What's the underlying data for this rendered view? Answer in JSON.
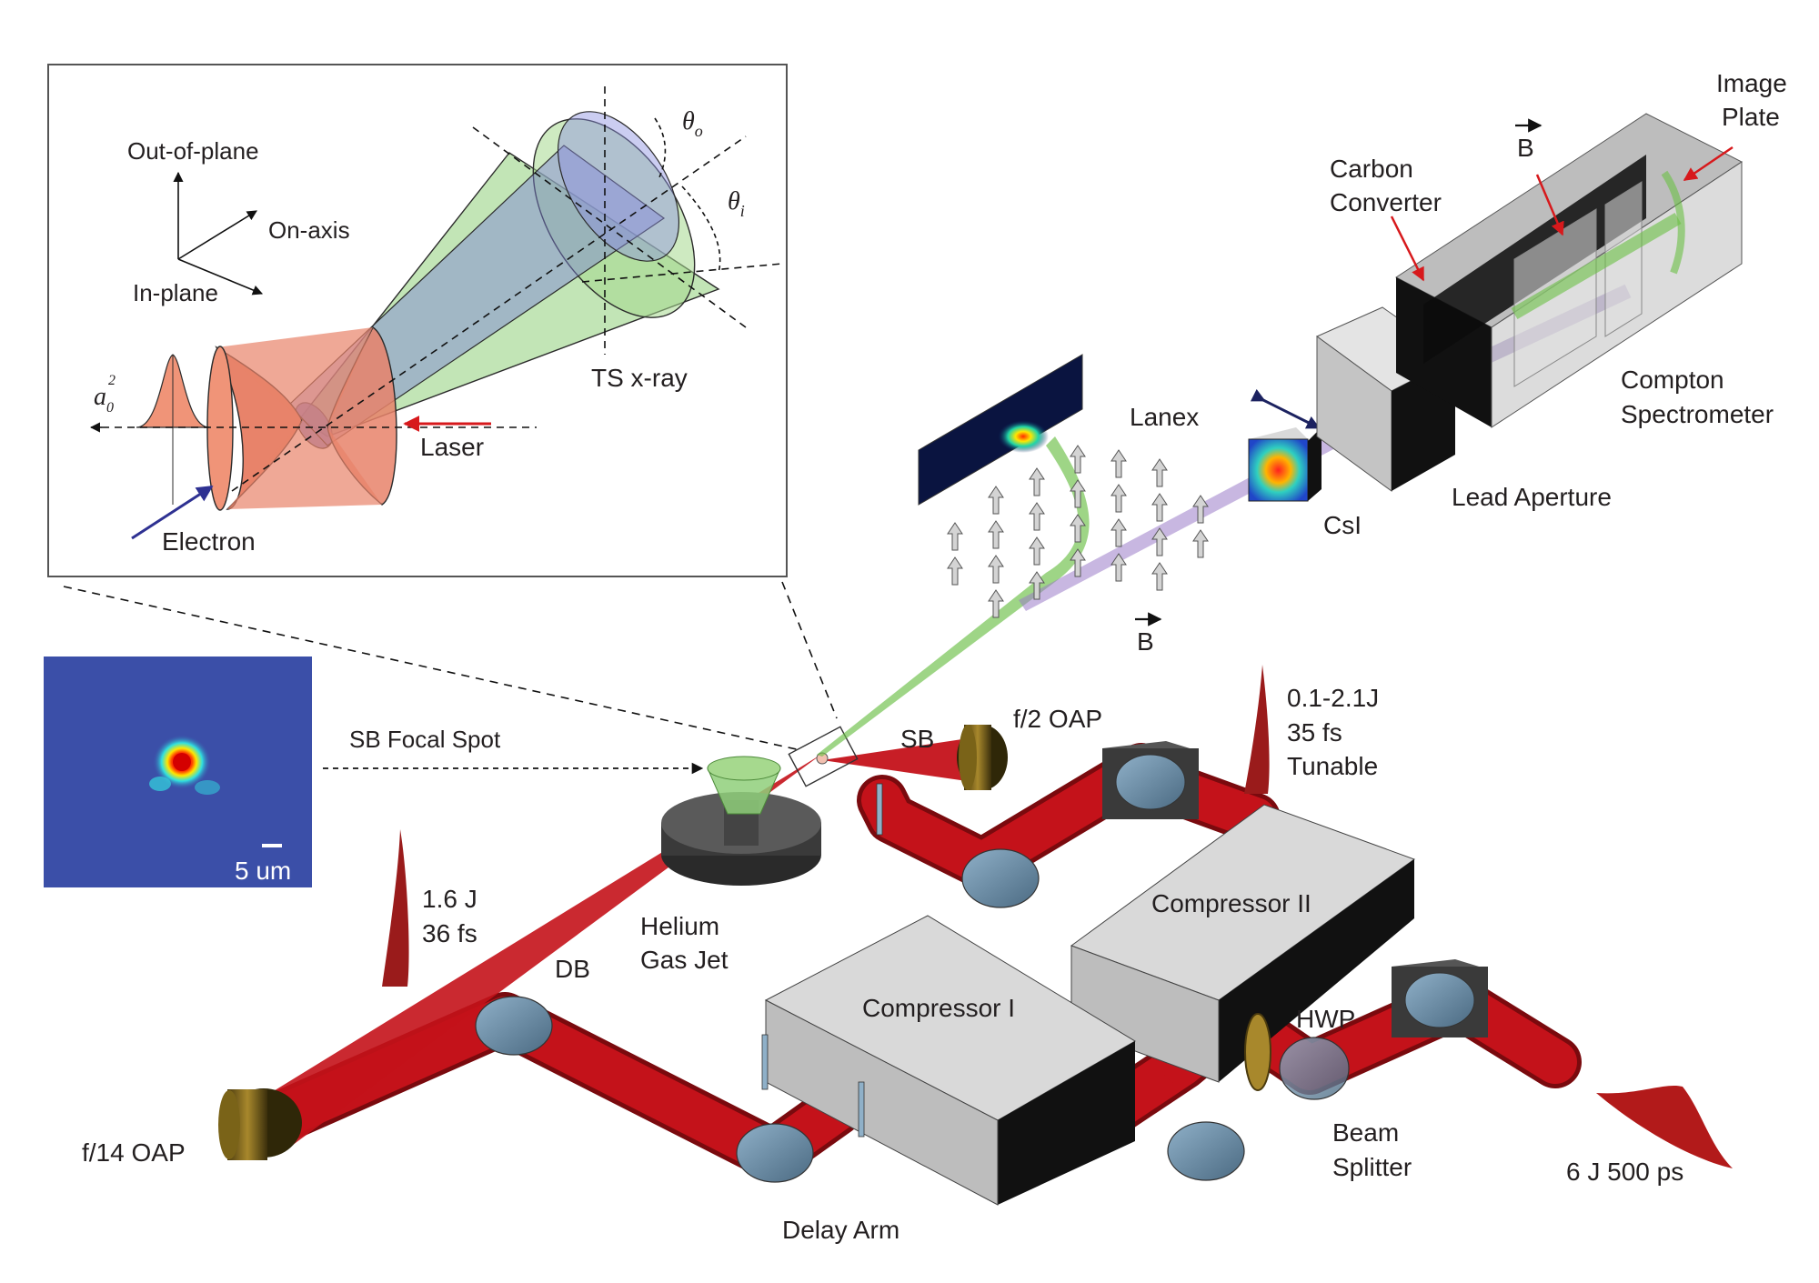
{
  "inset": {
    "axes": {
      "out_of_plane": "Out-of-plane",
      "on_axis": "On-axis",
      "in_plane": "In-plane"
    },
    "theta_o": "θ",
    "theta_o_sub": "o",
    "theta_i": "θ",
    "theta_i_sub": "i",
    "a0_base": "a",
    "a0_sub": "0",
    "a0_sup": "2",
    "laser": "Laser",
    "electron": "Electron",
    "ts_xray": "TS x-ray"
  },
  "focal_spot": {
    "label": "SB Focal Spot",
    "scale": "5 um"
  },
  "labels": {
    "image_plate_1": "Image",
    "image_plate_2": "Plate",
    "b_field_top": "B",
    "carbon_1": "Carbon",
    "carbon_2": "Converter",
    "compton_1": "Compton",
    "compton_2": "Spectrometer",
    "lanex": "Lanex",
    "lead_aperture": "Lead Aperture",
    "csi": "CsI",
    "b_field_bottom": "B",
    "sb": "SB",
    "f2_oap": "f/2 OAP",
    "pulse_sb_1": "0.1-2.1J",
    "pulse_sb_2": "35 fs",
    "pulse_sb_3": "Tunable",
    "pulse_db_1": "1.6 J",
    "pulse_db_2": "36 fs",
    "db": "DB",
    "helium_1": "Helium",
    "helium_2": "Gas Jet",
    "compressor_1": "Compressor I",
    "compressor_2": "Compressor II",
    "hwp": "HWP",
    "beam_splitter_1": "Beam",
    "beam_splitter_2": "Splitter",
    "input_pulse": "6 J 500 ps",
    "f14_oap": "f/14 OAP",
    "delay_arm": "Delay Arm"
  },
  "colors": {
    "laser_beam": "#c4121a",
    "electron_beam": "#6abf45",
    "xray_beam": "#9b7cc9",
    "mirror": "#5e7f9a",
    "box_top": "#d9d9d9",
    "box_side": "#111111",
    "inset_red": "#e8836a",
    "inset_blue": "#7b7fd6",
    "inset_green": "#8fcf7a",
    "focal_bg": "#3b4fa8",
    "arrow_electron": "#2e3192",
    "arrow_laser": "#d7191c"
  }
}
